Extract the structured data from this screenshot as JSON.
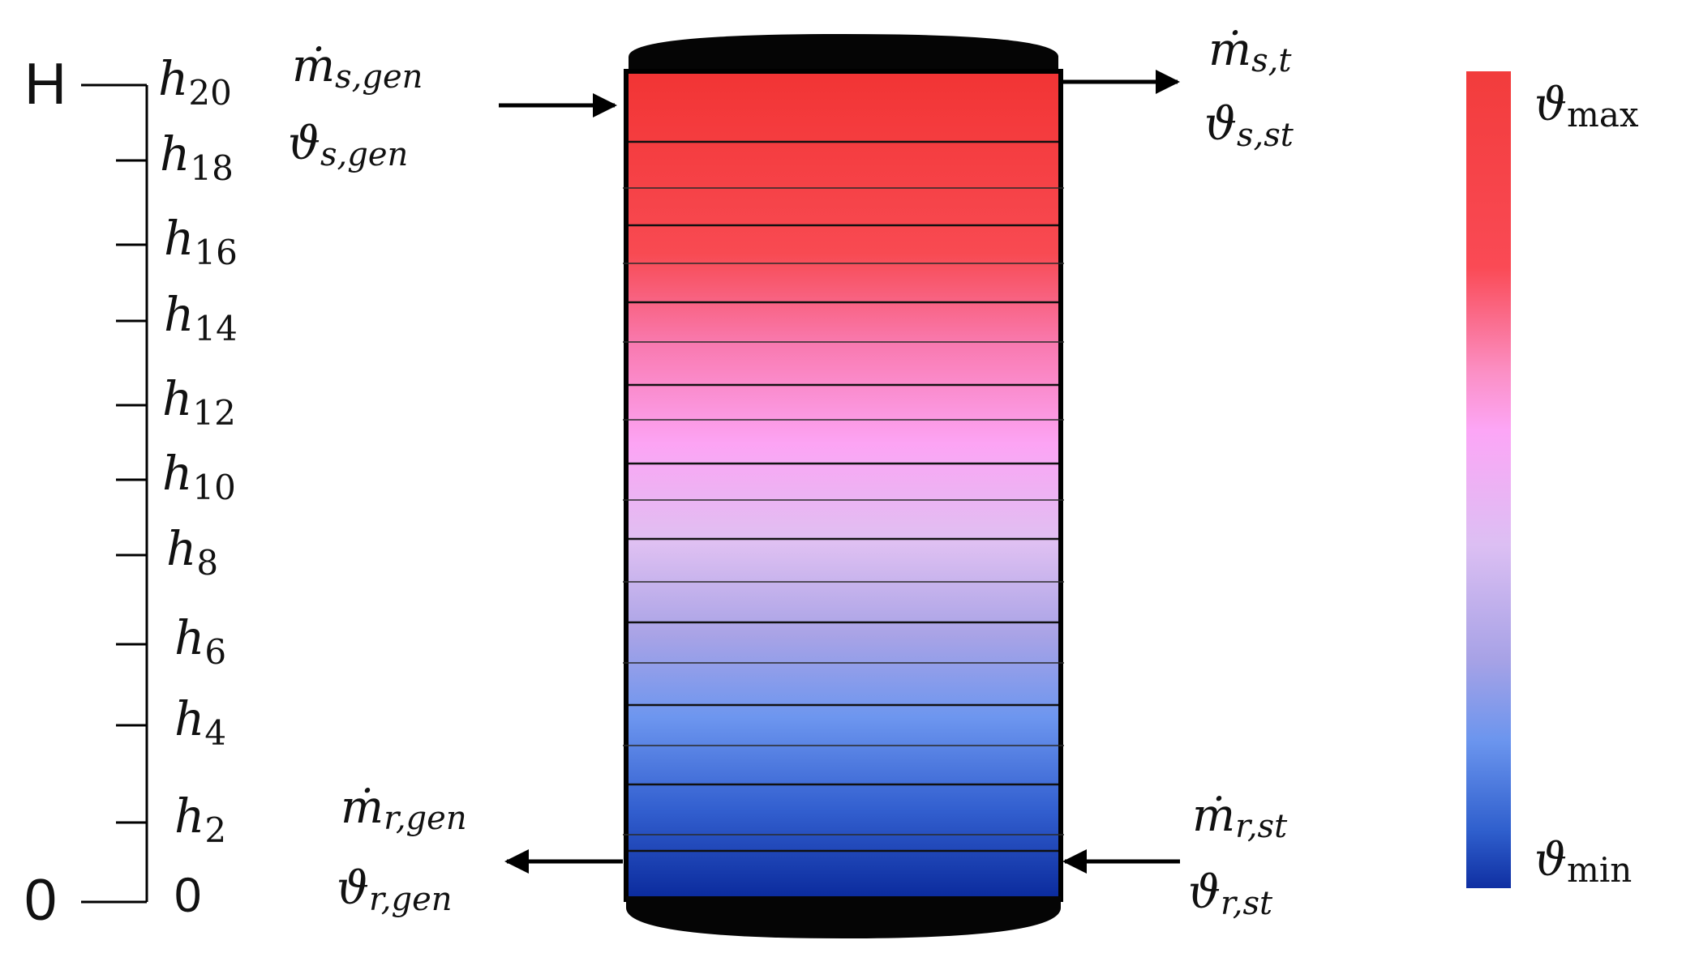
{
  "height_axis": {
    "top_label": "H",
    "bottom_label": "0",
    "ticks": [
      {
        "base": "h",
        "sub": "20"
      },
      {
        "base": "h",
        "sub": "18"
      },
      {
        "base": "h",
        "sub": "16"
      },
      {
        "base": "h",
        "sub": "14"
      },
      {
        "base": "h",
        "sub": "12"
      },
      {
        "base": "h",
        "sub": "10"
      },
      {
        "base": "h",
        "sub": "8"
      },
      {
        "base": "h",
        "sub": "6"
      },
      {
        "base": "h",
        "sub": "4"
      },
      {
        "base": "h",
        "sub": "2"
      },
      {
        "base": "0",
        "sub": ""
      }
    ]
  },
  "flows": {
    "supply_gen": {
      "mass": {
        "base": "ṁ",
        "sub": "s,gen"
      },
      "temp": {
        "base": "ϑ",
        "sub": "s,gen"
      }
    },
    "supply_st": {
      "mass": {
        "base": "ṁ",
        "sub": "s,t"
      },
      "temp": {
        "base": "ϑ",
        "sub": "s,st"
      }
    },
    "return_gen": {
      "mass": {
        "base": "ṁ",
        "sub": "r,gen"
      },
      "temp": {
        "base": "ϑ",
        "sub": "r,gen"
      }
    },
    "return_st": {
      "mass": {
        "base": "ṁ",
        "sub": "r,st"
      },
      "temp": {
        "base": "ϑ",
        "sub": "r,st"
      }
    }
  },
  "colorbar": {
    "max_label": {
      "base": "ϑ",
      "sub": "max"
    },
    "min_label": {
      "base": "ϑ",
      "sub": "min"
    },
    "stops": [
      "#f23c3c",
      "#fa4a55",
      "#fb90c6",
      "#fca6f6",
      "#dcbff3",
      "#a7a2e6",
      "#6b95ee",
      "#2f5fcd",
      "#0f2fa2"
    ]
  },
  "tank": {
    "colors": {
      "cap": "#050505",
      "line": "#1a1a1a"
    },
    "layer_count": 20,
    "top_color": "#f03434",
    "bottom_color": "#0a2a9c"
  }
}
